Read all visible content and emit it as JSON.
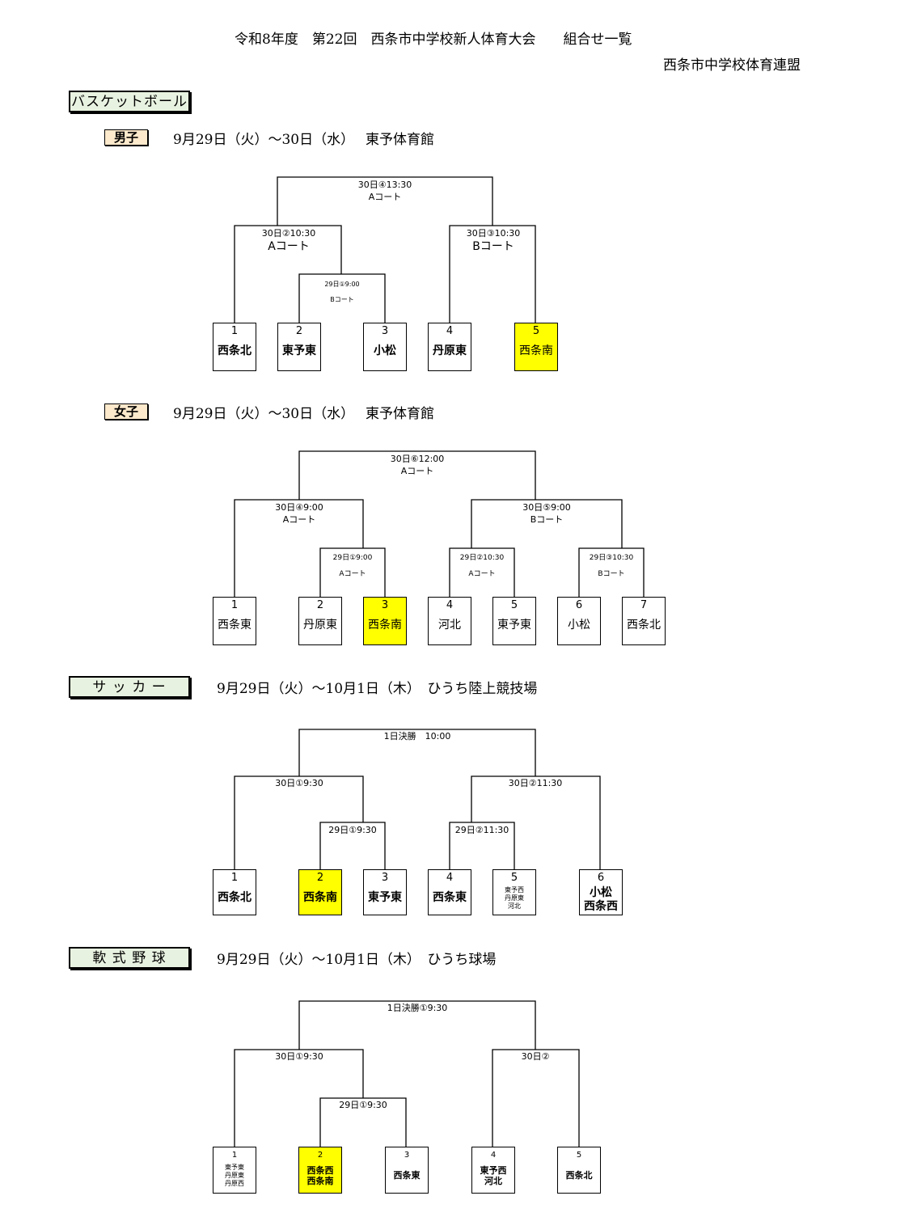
{
  "header": {
    "title": "令和8年度　第22回　西条市中学校新人体育大会　　組合せ一覧",
    "org": "西条市中学校体育連盟"
  },
  "basketball": {
    "label": "バスケットボール",
    "boys": {
      "label": "男子",
      "info": "9月29日（火）～30日（水）　 東予体育館",
      "final": [
        "30日④13:30",
        "Aコート"
      ],
      "semi_left": [
        "30日②10:30",
        "Aコート"
      ],
      "semi_right": [
        "30日③10:30",
        "Bコート"
      ],
      "r1": [
        "29日①9:00",
        "Bコート"
      ],
      "teams": [
        {
          "num": "1",
          "name": "西条北"
        },
        {
          "num": "2",
          "name": "東予東"
        },
        {
          "num": "3",
          "name": "小松"
        },
        {
          "num": "4",
          "name": "丹原東"
        },
        {
          "num": "5",
          "name": "西条南"
        }
      ]
    },
    "girls": {
      "label": "女子",
      "info": "9月29日（火）～30日（水）　 東予体育館",
      "final": [
        "30日⑥12:00",
        "Aコート"
      ],
      "semi_left": [
        "30日④9:00",
        "Aコート"
      ],
      "semi_right": [
        "30日⑤9:00",
        "Bコート"
      ],
      "r1a": [
        "29日①9:00",
        "Aコート"
      ],
      "r1b": [
        "29日②10:30",
        "Aコート"
      ],
      "r1c": [
        "29日③10:30",
        "Bコート"
      ],
      "teams": [
        {
          "num": "1",
          "name": "西条東"
        },
        {
          "num": "2",
          "name": "丹原東"
        },
        {
          "num": "3",
          "name": "西条南"
        },
        {
          "num": "4",
          "name": "河北"
        },
        {
          "num": "5",
          "name": "東予東"
        },
        {
          "num": "6",
          "name": "小松"
        },
        {
          "num": "7",
          "name": "西条北"
        }
      ]
    }
  },
  "soccer": {
    "label": "サ ッ カ ー",
    "info": "9月29日（火）～10月1日（木）　ひうち陸上競技場",
    "final": "1日決勝　10:00",
    "semi_left": "30日①9:30",
    "semi_right": "30日②11:30",
    "r1a": "29日①9:30",
    "r1b": "29日②11:30",
    "teams": [
      {
        "num": "1",
        "name": "西条北"
      },
      {
        "num": "2",
        "name": "西条南"
      },
      {
        "num": "3",
        "name": "東予東"
      },
      {
        "num": "4",
        "name": "西条東"
      },
      {
        "num": "5",
        "name": "東予西\n丹原東\n河北"
      },
      {
        "num": "6",
        "name": "小松\n西条西"
      }
    ]
  },
  "baseball": {
    "label": "軟 式 野 球",
    "info": "9月29日（火）～10月1日（木）　ひうち球場",
    "final": "1日決勝①9:30",
    "semi_left": "30日①9:30",
    "semi_right": "30日②",
    "r1": "29日①9:30",
    "teams": [
      {
        "num": "1",
        "name": "東予東\n丹原東\n丹原西"
      },
      {
        "num": "2",
        "name": "西条西\n西条南"
      },
      {
        "num": "3",
        "name": "西条東"
      },
      {
        "num": "4",
        "name": "東予西\n河北"
      },
      {
        "num": "5",
        "name": "西条北"
      }
    ]
  },
  "colors": {
    "highlight": "#ffff00",
    "section_bg": "#e8f2e0",
    "gender_bg": "#fde9cc"
  }
}
